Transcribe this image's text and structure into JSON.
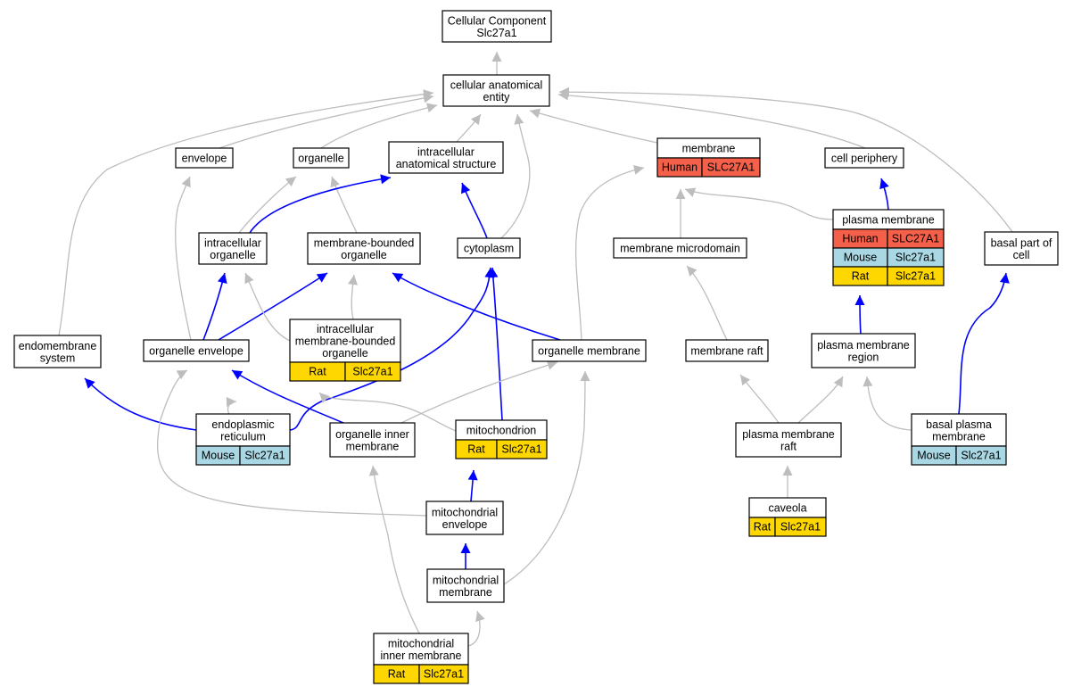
{
  "nodes": {
    "root": {
      "lines": [
        "Cellular Component",
        "Slc27a1"
      ],
      "annotations": []
    },
    "cae": {
      "lines": [
        "cellular anatomical",
        "entity"
      ],
      "annotations": []
    },
    "envelope": {
      "lines": [
        "envelope"
      ],
      "annotations": []
    },
    "organelle": {
      "lines": [
        "organelle"
      ],
      "annotations": []
    },
    "ias": {
      "lines": [
        "intracellular",
        "anatomical structure"
      ],
      "annotations": []
    },
    "membrane": {
      "lines": [
        "membrane"
      ],
      "annotations": [
        {
          "species": "Human",
          "gene": "SLC27A1"
        }
      ]
    },
    "cell_periphery": {
      "lines": [
        "cell periphery"
      ],
      "annotations": []
    },
    "io": {
      "lines": [
        "intracellular",
        "organelle"
      ],
      "annotations": []
    },
    "mbo": {
      "lines": [
        "membrane-bounded",
        "organelle"
      ],
      "annotations": []
    },
    "cytoplasm": {
      "lines": [
        "cytoplasm"
      ],
      "annotations": []
    },
    "mmd": {
      "lines": [
        "membrane microdomain"
      ],
      "annotations": []
    },
    "pm": {
      "lines": [
        "plasma membrane"
      ],
      "annotations": [
        {
          "species": "Human",
          "gene": "SLC27A1"
        },
        {
          "species": "Mouse",
          "gene": "Slc27a1"
        },
        {
          "species": "Rat",
          "gene": "Slc27a1"
        }
      ]
    },
    "bpc": {
      "lines": [
        "basal part of",
        "cell"
      ],
      "annotations": []
    },
    "ems": {
      "lines": [
        "endomembrane",
        "system"
      ],
      "annotations": []
    },
    "oe": {
      "lines": [
        "organelle envelope"
      ],
      "annotations": []
    },
    "imbo": {
      "lines": [
        "intracellular",
        "membrane-bounded",
        "organelle"
      ],
      "annotations": [
        {
          "species": "Rat",
          "gene": "Slc27a1"
        }
      ]
    },
    "om": {
      "lines": [
        "organelle membrane"
      ],
      "annotations": []
    },
    "mr": {
      "lines": [
        "membrane raft"
      ],
      "annotations": []
    },
    "pmr": {
      "lines": [
        "plasma membrane",
        "region"
      ],
      "annotations": []
    },
    "er": {
      "lines": [
        "endoplasmic",
        "reticulum"
      ],
      "annotations": [
        {
          "species": "Mouse",
          "gene": "Slc27a1"
        }
      ]
    },
    "oim": {
      "lines": [
        "organelle inner",
        "membrane"
      ],
      "annotations": []
    },
    "mito": {
      "lines": [
        "mitochondrion"
      ],
      "annotations": [
        {
          "species": "Rat",
          "gene": "Slc27a1"
        }
      ]
    },
    "pmraft": {
      "lines": [
        "plasma membrane",
        "raft"
      ],
      "annotations": []
    },
    "bpm": {
      "lines": [
        "basal plasma",
        "membrane"
      ],
      "annotations": [
        {
          "species": "Mouse",
          "gene": "Slc27a1"
        }
      ]
    },
    "caveola": {
      "lines": [
        "caveola"
      ],
      "annotations": [
        {
          "species": "Rat",
          "gene": "Slc27a1"
        }
      ]
    },
    "menv": {
      "lines": [
        "mitochondrial",
        "envelope"
      ],
      "annotations": []
    },
    "mmem": {
      "lines": [
        "mitochondrial",
        "membrane"
      ],
      "annotations": []
    },
    "mim": {
      "lines": [
        "mitochondrial",
        "inner membrane"
      ],
      "annotations": [
        {
          "species": "Rat",
          "gene": "Slc27a1"
        }
      ]
    }
  },
  "edges": [
    {
      "from": "cae",
      "to": "root",
      "relation": "is_a"
    },
    {
      "from": "envelope",
      "to": "cae",
      "relation": "is_a"
    },
    {
      "from": "organelle",
      "to": "cae",
      "relation": "is_a"
    },
    {
      "from": "ias",
      "to": "cae",
      "relation": "is_a"
    },
    {
      "from": "membrane",
      "to": "cae",
      "relation": "is_a"
    },
    {
      "from": "cell_periphery",
      "to": "cae",
      "relation": "is_a"
    },
    {
      "from": "bpc",
      "to": "cae",
      "relation": "is_a"
    },
    {
      "from": "ems",
      "to": "cae",
      "relation": "is_a"
    },
    {
      "from": "cytoplasm",
      "to": "cae",
      "relation": "is_a"
    },
    {
      "from": "io",
      "to": "organelle",
      "relation": "is_a"
    },
    {
      "from": "mbo",
      "to": "organelle",
      "relation": "is_a"
    },
    {
      "from": "io",
      "to": "ias",
      "relation": "part_of"
    },
    {
      "from": "cytoplasm",
      "to": "ias",
      "relation": "part_of"
    },
    {
      "from": "mmd",
      "to": "membrane",
      "relation": "is_a"
    },
    {
      "from": "pm",
      "to": "membrane",
      "relation": "is_a"
    },
    {
      "from": "om",
      "to": "membrane",
      "relation": "is_a"
    },
    {
      "from": "pm",
      "to": "cell_periphery",
      "relation": "part_of"
    },
    {
      "from": "oe",
      "to": "envelope",
      "relation": "is_a"
    },
    {
      "from": "oe",
      "to": "io",
      "relation": "part_of"
    },
    {
      "from": "oe",
      "to": "mbo",
      "relation": "part_of"
    },
    {
      "from": "imbo",
      "to": "io",
      "relation": "is_a"
    },
    {
      "from": "imbo",
      "to": "mbo",
      "relation": "is_a"
    },
    {
      "from": "om",
      "to": "mbo",
      "relation": "part_of"
    },
    {
      "from": "mito",
      "to": "cytoplasm",
      "relation": "part_of"
    },
    {
      "from": "er",
      "to": "cytoplasm",
      "relation": "part_of"
    },
    {
      "from": "er",
      "to": "ems",
      "relation": "part_of"
    },
    {
      "from": "er",
      "to": "imbo",
      "relation": "is_a"
    },
    {
      "from": "mito",
      "to": "imbo",
      "relation": "is_a"
    },
    {
      "from": "oim",
      "to": "oe",
      "relation": "part_of"
    },
    {
      "from": "oim",
      "to": "om",
      "relation": "is_a"
    },
    {
      "from": "mr",
      "to": "mmd",
      "relation": "is_a"
    },
    {
      "from": "pmr",
      "to": "pm",
      "relation": "part_of"
    },
    {
      "from": "pmraft",
      "to": "mr",
      "relation": "is_a"
    },
    {
      "from": "pmraft",
      "to": "pmr",
      "relation": "is_a"
    },
    {
      "from": "bpm",
      "to": "pmr",
      "relation": "is_a"
    },
    {
      "from": "bpm",
      "to": "bpc",
      "relation": "part_of"
    },
    {
      "from": "caveola",
      "to": "pmraft",
      "relation": "is_a"
    },
    {
      "from": "menv",
      "to": "mito",
      "relation": "part_of"
    },
    {
      "from": "menv",
      "to": "oe",
      "relation": "is_a"
    },
    {
      "from": "mmem",
      "to": "menv",
      "relation": "part_of"
    },
    {
      "from": "mmem",
      "to": "om",
      "relation": "is_a"
    },
    {
      "from": "mim",
      "to": "mmem",
      "relation": "is_a"
    },
    {
      "from": "mim",
      "to": "oim",
      "relation": "is_a"
    }
  ],
  "colors": {
    "Human": "#f4604a",
    "Mouse": "#a9d8e4",
    "Rat": "#ffd700",
    "is_a": "#bdbdbd",
    "part_of": "#0000ff"
  }
}
